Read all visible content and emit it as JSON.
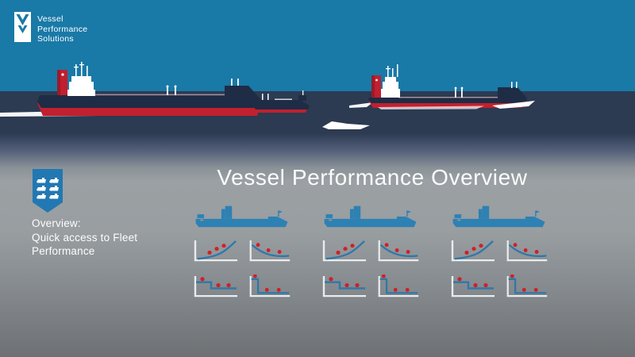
{
  "colors": {
    "sky": "#1979a7",
    "sea": "#2c3a52",
    "hull_dark": "#1e2c45",
    "hull_red": "#c1202f",
    "funnel_shade": "#9c1a28",
    "deck_line": "#a39199",
    "white": "#ffffff",
    "shield_blue": "#2278b2",
    "ship_icon_blue": "#2e81b3",
    "chart_line": "#2f78a9",
    "dot_red": "#ce2127",
    "axis": "#eaecec",
    "panel_gray_top": "#9aa0a3",
    "panel_gray_bottom": "#6e7174",
    "text": "#fbfcfc"
  },
  "logo": {
    "lines": [
      "Vessel",
      "Performance",
      "Solutions"
    ]
  },
  "illustration": {
    "ships": [
      "large-tanker-left",
      "small-cargo-center",
      "tanker-right"
    ],
    "wave": "white-wave"
  },
  "overview_panel": {
    "title": "Vessel Performance Overview",
    "sidebar": {
      "icon": "fleet-shield-icon",
      "caption_lines": [
        "Overview:",
        "Quick access to Fleet",
        "Performance"
      ]
    },
    "cards": [
      {
        "name": "vessel-1"
      },
      {
        "name": "vessel-2"
      },
      {
        "name": "vessel-3"
      }
    ],
    "card_chart_order": [
      "rising",
      "falling",
      "step_mid",
      "step_early"
    ],
    "thumb_charts": {
      "rising": {
        "label": "rising convex curve with scatter",
        "line": "M7,26 C18,25 30,23 39,17 C46,12 51,7 55,3",
        "dots": [
          [
            22,
            18
          ],
          [
            31,
            13
          ],
          [
            40,
            9
          ]
        ]
      },
      "falling": {
        "label": "falling flattening curve with scatter",
        "line": "M6,8 C13,14 22,19 31,21 C40,23 50,23 56,22",
        "dots": [
          [
            14,
            8
          ],
          [
            28,
            15
          ],
          [
            43,
            17
          ]
        ]
      },
      "step_mid": {
        "label": "step down at middle with scatter",
        "line": "M5,10 L24,10 L24,18 L56,18",
        "dots": [
          [
            13,
            6
          ],
          [
            33,
            14
          ],
          [
            46,
            14
          ]
        ]
      },
      "step_early": {
        "label": "step down early with scatter",
        "line": "M5,6 L14,6 L14,24 L56,24",
        "dots": [
          [
            10,
            2
          ],
          [
            26,
            20
          ],
          [
            42,
            20
          ]
        ]
      }
    }
  }
}
